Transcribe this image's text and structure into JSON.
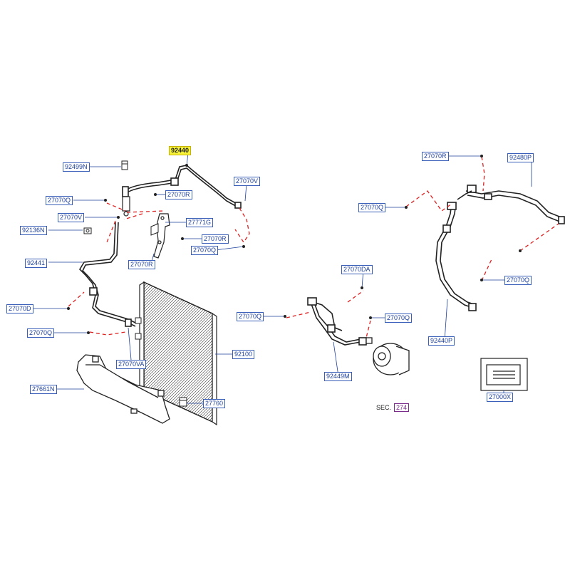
{
  "parts": [
    "92440",
    "92499N",
    "27070V",
    "27070Q",
    "27070R",
    "27070V",
    "92136N",
    "27771G",
    "27070R",
    "27070Q",
    "92441",
    "27070R",
    "27070D",
    "27070Q",
    "27070VA",
    "92100",
    "27661N",
    "27760",
    "27070DA",
    "27070Q",
    "27070Q",
    "92449M",
    "27070R",
    "92480P",
    "27070Q",
    "27070Q",
    "92440P",
    "27000X"
  ],
  "section_ref": {
    "prefix": "SEC.",
    "number": "274"
  }
}
